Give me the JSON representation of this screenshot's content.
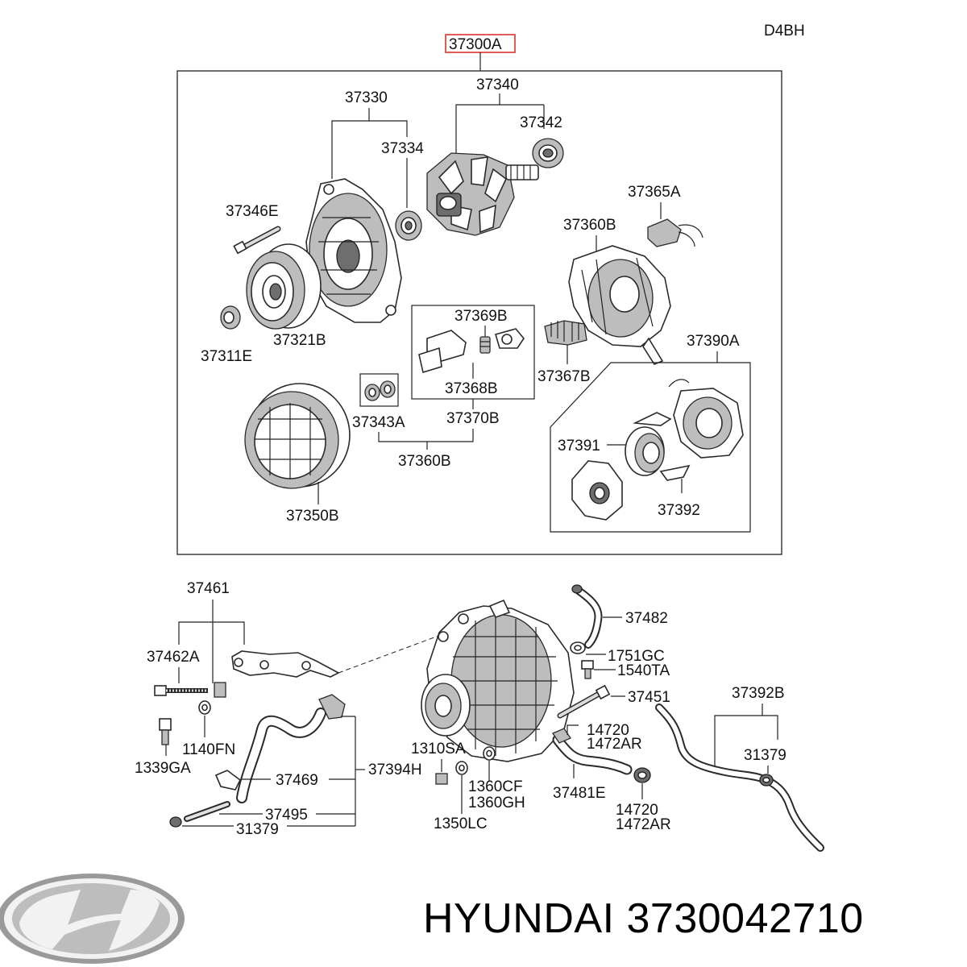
{
  "engine_code": "D4BH",
  "assembly_label": "37300A",
  "highlight_color": "#d9342b",
  "callouts": {
    "c37340": "37340",
    "c37330": "37330",
    "c37342": "37342",
    "c37334": "37334",
    "c37346e": "37346E",
    "c37365a": "37365A",
    "c37360b_top": "37360B",
    "c37369b": "37369B",
    "c37311e": "37311E",
    "c37321b": "37321B",
    "c37390a": "37390A",
    "c37368b": "37368B",
    "c37367b": "37367B",
    "c37343a": "37343A",
    "c37370b": "37370B",
    "c37391": "37391",
    "c37360b_bottom": "37360B",
    "c37392": "37392",
    "c37350b": "37350B",
    "c37461": "37461",
    "c37482": "37482",
    "c37462a": "37462A",
    "c1751gc": "1751GC",
    "c1540ta": "1540TA",
    "c37451": "37451",
    "c37392b": "37392B",
    "c14720_a": "14720",
    "c1472ar_a": "1472AR",
    "c1140fn": "1140FN",
    "c1310sa": "1310SA",
    "c31379_right": "31379",
    "c1339ga": "1339GA",
    "c37394h": "37394H",
    "c37469": "37469",
    "c1360cf": "1360CF",
    "c37481e": "37481E",
    "c1360gh": "1360GH",
    "c14720_b": "14720",
    "c37495": "37495",
    "c1472ar_b": "1472AR",
    "c31379_left": "31379",
    "c1350lc": "1350LC"
  },
  "footer": {
    "brand": "HYUNDAI",
    "part_number": "3730042710",
    "text": "HYUNDAI 3730042710",
    "logo_icon": "hyundai-logo-icon"
  }
}
